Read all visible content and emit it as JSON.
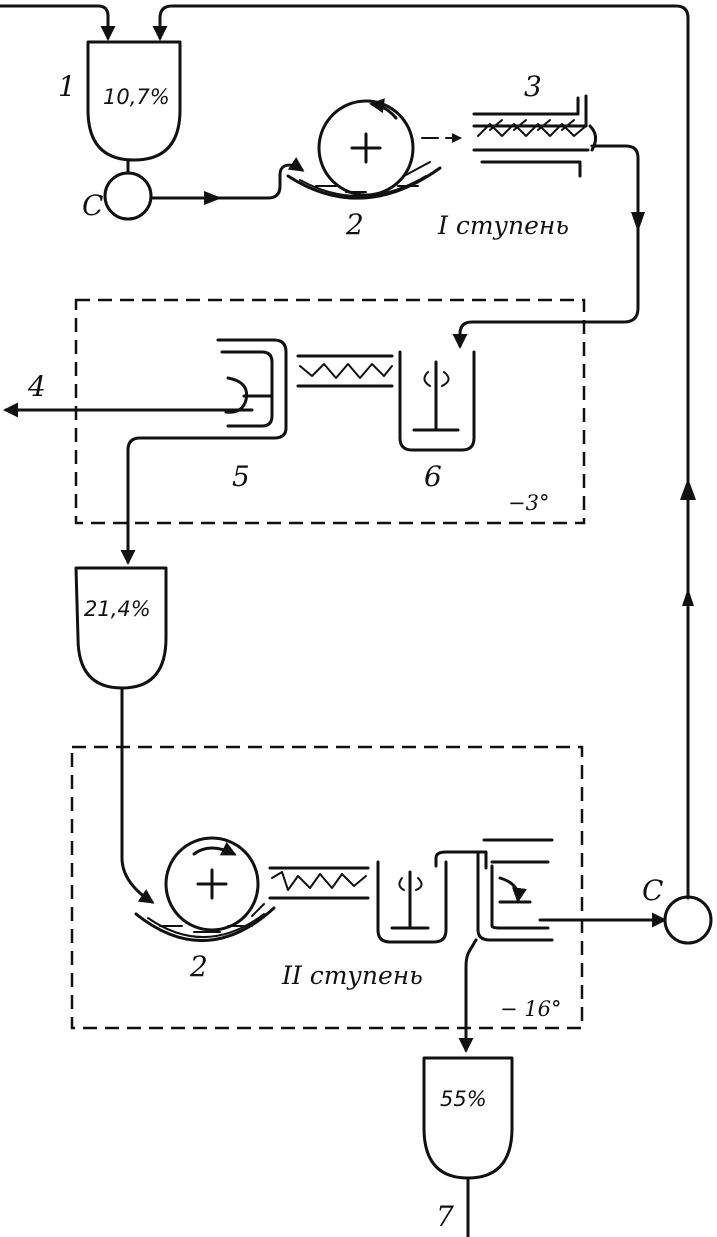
{
  "labels": {
    "tank_top": "1",
    "drum": "2",
    "screw_top": "3",
    "outlet": "4",
    "centrifuge": "5",
    "mixer": "6",
    "product": "7",
    "pump": "C"
  },
  "concentrations": {
    "feed": "10,7%",
    "intermediate": "21,4%",
    "final": "55%"
  },
  "stages": {
    "first": "I ступень",
    "second": "II ступень"
  },
  "temperatures": {
    "first": "−3°",
    "second": "− 16°"
  }
}
